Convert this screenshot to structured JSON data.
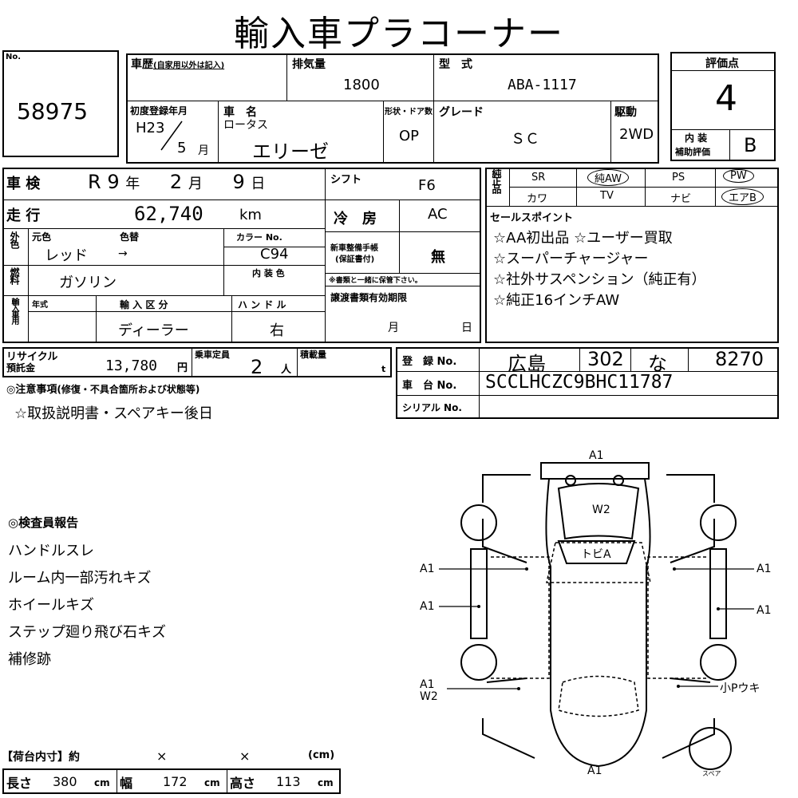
{
  "header": {
    "title": "輸入車プラコーナー"
  },
  "lot": {
    "label": "No.",
    "number": "58975"
  },
  "history": {
    "label": "車歴",
    "note": "(自家用以外は記入)"
  },
  "displacement": {
    "label": "排気量",
    "value": "1800"
  },
  "model": {
    "label": "型　式",
    "value": "ABA-1117"
  },
  "score": {
    "label": "評価点",
    "value": "4",
    "interior_label1": "内 装",
    "interior_label2": "補助評価",
    "interior_value": "B"
  },
  "first_reg": {
    "label": "初度登録年月",
    "era": "H23",
    "month": "5",
    "month_unit": "月"
  },
  "car_name": {
    "label": "車　名",
    "maker": "ロータス",
    "name": "エリーゼ"
  },
  "doors": {
    "label": "形状・ドア数",
    "value": "OP"
  },
  "grade": {
    "label": "グレード",
    "value": "ＳＣ"
  },
  "drive": {
    "label": "駆動",
    "value": "2WD"
  },
  "inspection": {
    "label": "車 検",
    "era": "R",
    "year": "9",
    "year_unit": "年",
    "month": "2",
    "month_unit": "月",
    "day": "9",
    "day_unit": "日"
  },
  "shift": {
    "label": "シフト",
    "value": "F6"
  },
  "mileage": {
    "label": "走 行",
    "value": "62,740",
    "unit": "km"
  },
  "aircon": {
    "label": "冷　房",
    "value": "AC"
  },
  "color": {
    "side_label": "外色",
    "orig_label": "元色",
    "repaint_label": "色替",
    "orig": "レッド",
    "arrow": "→",
    "code_label": "カラー No.",
    "code": "C94",
    "interior_label": "内 装 色"
  },
  "maintenance": {
    "label1": "新車整備手帳",
    "label2": "(保証書付)",
    "value": "無",
    "note": "※書類と一緒に保管下さい。"
  },
  "fuel": {
    "label": "燃料",
    "value": "ガソリン"
  },
  "import": {
    "label": "輸入車用",
    "year_label": "年式",
    "type_label": "輸 入 区 分",
    "type_value": "ディーラー",
    "handle_label": "ハ ン ド ル",
    "handle_value": "右"
  },
  "docs": {
    "label": "譲渡書類有効期限",
    "month_unit": "月",
    "day_unit": "日"
  },
  "equipment": {
    "label": "純正品",
    "row1": [
      "SR",
      "純AW",
      "PS",
      "PW"
    ],
    "row2": [
      "カワ",
      "TV",
      "ナビ",
      "エアB"
    ]
  },
  "sales_points": {
    "label": "セールスポイント",
    "lines": [
      "☆AA初出品 ☆ユーザー買取",
      "☆スーパーチャージャー",
      "☆社外サスペンション（純正有）",
      "☆純正16インチAW"
    ]
  },
  "recycle": {
    "label1": "リサイクル",
    "label2": "預託金",
    "value": "13,780",
    "unit": "円"
  },
  "capacity": {
    "label": "乗車定員",
    "value": "2",
    "unit": "人"
  },
  "load": {
    "label": "積載量",
    "unit": "t"
  },
  "registration": {
    "label": "登　録 No.",
    "region": "広島",
    "class": "302",
    "kana": "な",
    "number": "8270"
  },
  "chassis": {
    "label": "車　台 No.",
    "value": "SCCLHCZC9BHC11787"
  },
  "serial": {
    "label": "シリアル No."
  },
  "notes": {
    "heading": "◎注意事項",
    "sub": "(修復・不具合箇所および状態等)",
    "text": "☆取扱説明書・スペアキー後日"
  },
  "inspector": {
    "heading": "◎検査員報告",
    "lines": [
      "ハンドルスレ",
      "ルーム内一部汚れキズ",
      "ホイールキズ",
      "ステップ廻り飛び石キズ",
      "補修跡"
    ]
  },
  "cargo": {
    "heading": "【荷台内寸】約",
    "x1": "×",
    "x2": "×",
    "unit": "(cm)",
    "length_label": "長さ",
    "length": "380",
    "width_label": "幅",
    "width": "172",
    "height_label": "高さ",
    "height": "113",
    "cm": "cm"
  },
  "diagram": {
    "front": "A1",
    "w2": "W2",
    "tobi": "トビA",
    "left1": "A1",
    "left2": "A1",
    "right1": "A1",
    "right2": "A1",
    "rear_left1": "A1",
    "rear_left2": "W2",
    "rear_right": "小Pウキ",
    "rear": "A1",
    "spare": "スペア"
  }
}
